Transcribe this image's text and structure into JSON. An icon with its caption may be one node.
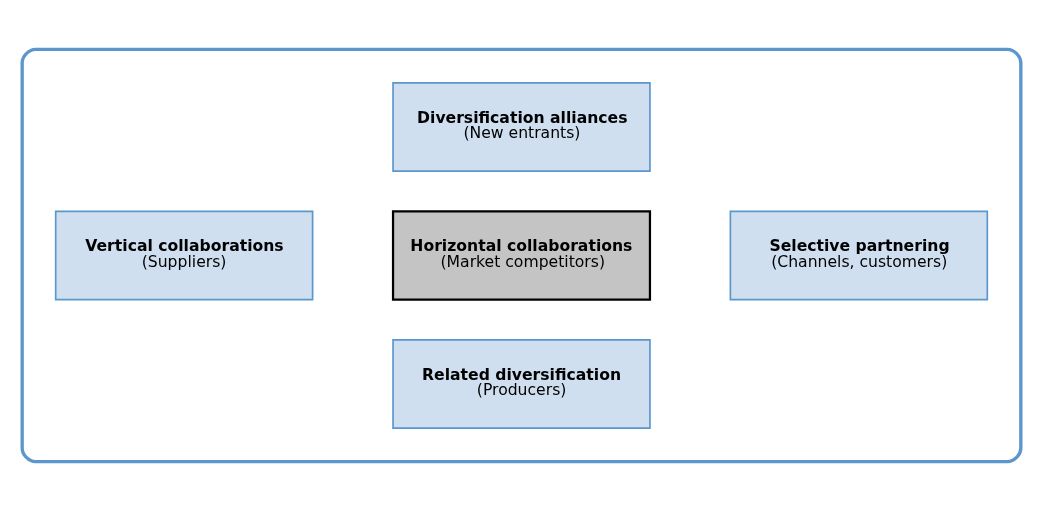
{
  "diagram": {
    "nodes": [
      {
        "text": [],
        "shape": "box"
      },
      {
        "text": [
          "Diversification alliances",
          "(New entrants)"
        ],
        "in": 0
      },
      {
        "text": [
          "Vertical collaborations",
          "(Suppliers)"
        ],
        "in": 0
      },
      {
        "text": [
          "Horizontal collaborations",
          "(Market competitors)"
        ],
        "in": 0
      },
      {
        "text": [
          "Selective partnering",
          "(Channels, customers)"
        ],
        "in": 0
      },
      {
        "text": [
          "Related diversification",
          "(Producers)"
        ],
        "in": 0
      }
    ],
    "edges": []
  }
}
